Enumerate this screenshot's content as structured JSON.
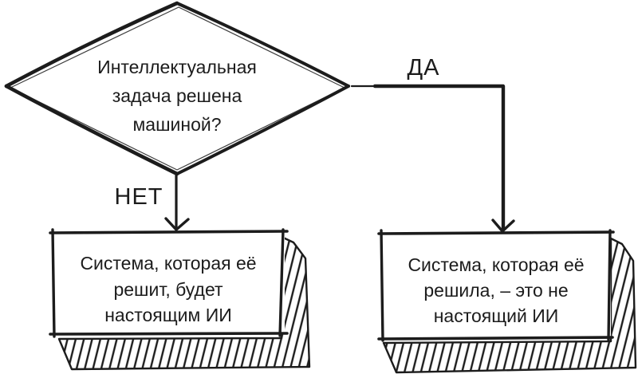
{
  "diagram": {
    "type": "flowchart",
    "language": "ru",
    "decision": {
      "shape": "diamond",
      "lines": [
        "Интеллектуальная",
        "задача решена",
        "машиной?"
      ]
    },
    "edges": {
      "no_label": "НЕТ",
      "yes_label": "ДА"
    },
    "outcome_no": {
      "shape": "rectangle-with-hatched-shadow",
      "lines": [
        "Система, которая её",
        "решит, будет",
        "настоящим ИИ"
      ]
    },
    "outcome_yes": {
      "shape": "rectangle-with-hatched-shadow",
      "lines": [
        "Система, которая её",
        "решила, – это не",
        "настоящий ИИ"
      ]
    },
    "colors": {
      "ink": "#1c1c1c",
      "background": "#ffffff"
    }
  }
}
